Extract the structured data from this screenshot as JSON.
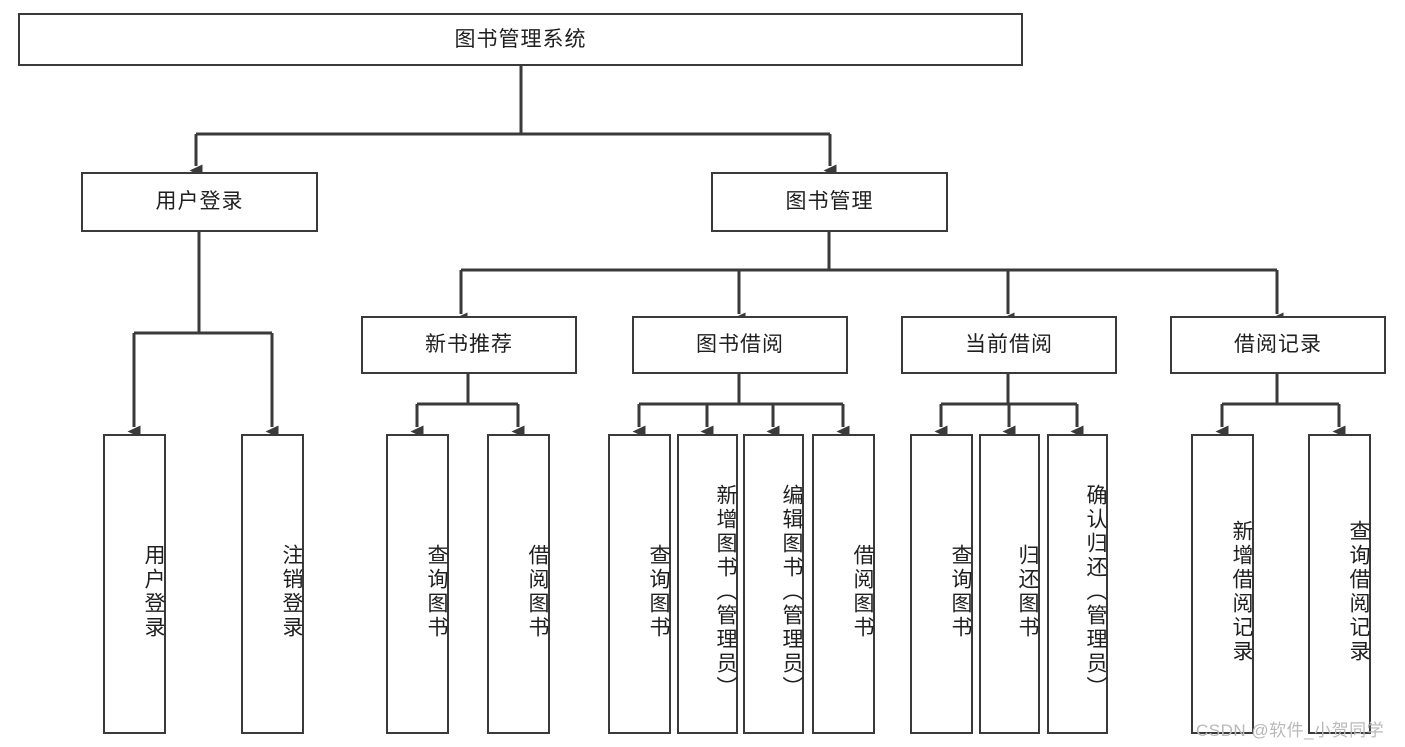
{
  "diagram": {
    "title": "图书管理系统",
    "type": "hierarchy-tree",
    "watermark": "CSDN @软件_小贺同学",
    "colors": {
      "stroke": "#3a3a3a",
      "background": "#ffffff",
      "text": "#1f1f1f",
      "watermark": "#b9b9b9"
    },
    "nodes": {
      "root": {
        "label": "图书管理系统",
        "level": 1
      },
      "user_login": {
        "label": "用户登录",
        "level": 2
      },
      "book_manage": {
        "label": "图书管理",
        "level": 2
      },
      "new_book_rec": {
        "label": "新书推荐",
        "level": 3
      },
      "book_borrow": {
        "label": "图书借阅",
        "level": 3
      },
      "current_borrow": {
        "label": "当前借阅",
        "level": 3
      },
      "borrow_record": {
        "label": "借阅记录",
        "level": 3
      },
      "leaf_user_login": {
        "label": "用户登录",
        "level": 3
      },
      "leaf_logout": {
        "label": "注销登录",
        "level": 3
      },
      "leaf_query_book_1": {
        "label": "查询图书",
        "level": 4
      },
      "leaf_borrow_book_1": {
        "label": "借阅图书",
        "level": 4
      },
      "leaf_query_book_2": {
        "label": "查询图书",
        "level": 4
      },
      "leaf_add_book": {
        "label": "新增图书（管理员）",
        "level": 4
      },
      "leaf_edit_book": {
        "label": "编辑图书（管理员）",
        "level": 4
      },
      "leaf_borrow_book_2": {
        "label": "借阅图书",
        "level": 4
      },
      "leaf_query_book_3": {
        "label": "查询图书",
        "level": 4
      },
      "leaf_return_book": {
        "label": "归还图书",
        "level": 4
      },
      "leaf_confirm_return": {
        "label": "确认归还（管理员）",
        "level": 4
      },
      "leaf_add_record": {
        "label": "新增借阅记录",
        "level": 4
      },
      "leaf_query_record": {
        "label": "查询借阅记录",
        "level": 4
      }
    },
    "edges": [
      {
        "from": "root",
        "to": "user_login"
      },
      {
        "from": "root",
        "to": "book_manage"
      },
      {
        "from": "book_manage",
        "to": "new_book_rec"
      },
      {
        "from": "book_manage",
        "to": "book_borrow"
      },
      {
        "from": "book_manage",
        "to": "current_borrow"
      },
      {
        "from": "book_manage",
        "to": "borrow_record"
      },
      {
        "from": "user_login",
        "to": "leaf_user_login"
      },
      {
        "from": "user_login",
        "to": "leaf_logout"
      },
      {
        "from": "new_book_rec",
        "to": "leaf_query_book_1"
      },
      {
        "from": "new_book_rec",
        "to": "leaf_borrow_book_1"
      },
      {
        "from": "book_borrow",
        "to": "leaf_query_book_2"
      },
      {
        "from": "book_borrow",
        "to": "leaf_add_book"
      },
      {
        "from": "book_borrow",
        "to": "leaf_edit_book"
      },
      {
        "from": "book_borrow",
        "to": "leaf_borrow_book_2"
      },
      {
        "from": "current_borrow",
        "to": "leaf_query_book_3"
      },
      {
        "from": "current_borrow",
        "to": "leaf_return_book"
      },
      {
        "from": "current_borrow",
        "to": "leaf_confirm_return"
      },
      {
        "from": "borrow_record",
        "to": "leaf_add_record"
      },
      {
        "from": "borrow_record",
        "to": "leaf_query_record"
      }
    ]
  }
}
